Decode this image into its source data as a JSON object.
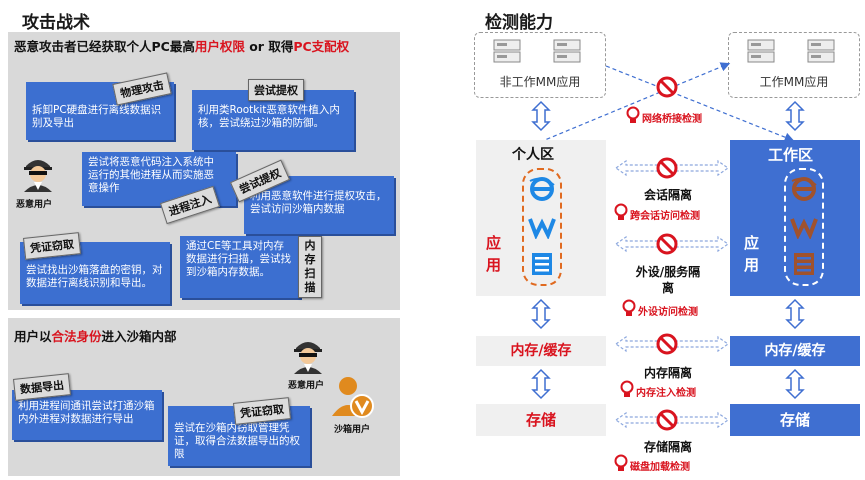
{
  "attack": {
    "title": "攻击战术",
    "panel1_title_parts": [
      "恶意攻击者已经获取个人PC最高",
      "用户权限",
      " or 取得",
      "PC支配权"
    ],
    "cards": [
      {
        "tag": "物理攻击",
        "text": "拆卸PC硬盘进行离线数据识别及导出"
      },
      {
        "tag": "尝试提权",
        "text": "利用类Rootkit恶意软件植入内核，尝试绕过沙箱的防御。"
      },
      {
        "tag": "进程注入",
        "text": "尝试将恶意代码注入系统中运行的其他进程从而实施恶意操作"
      },
      {
        "tag": "尝试提权",
        "text": "利用恶意软件进行提权攻击，尝试访问沙箱内数据"
      },
      {
        "tag": "凭证窃取",
        "text": "尝试找出沙箱落盘的密钥，对数据进行离线识别和导出。"
      },
      {
        "tag": "内存扫描",
        "text": "通过CE等工具对内存数据进行扫描，尝试找到沙箱内存数据。"
      }
    ],
    "user_label1": "恶意用户",
    "panel2_title_parts": [
      "用户以",
      "合法身份",
      "进入沙箱内部"
    ],
    "cards2": [
      {
        "tag": "数据导出",
        "text": "利用进程间通讯尝试打通沙箱内外进程对数据进行导出"
      },
      {
        "tag": "凭证窃取",
        "text": "尝试在沙箱内窃取管理凭证，取得合法数据导出的权限"
      }
    ],
    "user_label2": "恶意用户",
    "user_label3": "沙箱用户"
  },
  "detect": {
    "title": "检测能力",
    "left_server": "非工作MM应用",
    "right_server": "工作MM应用",
    "bridge_detect": "网络桥接检测",
    "personal_zone": "个人区",
    "work_zone": "工作区",
    "app_label_chars": [
      "应",
      "用"
    ],
    "mem": "内存/缓存",
    "storage": "存储",
    "isolations": [
      {
        "text": "会话隔离",
        "detect": "跨会话访问检测"
      },
      {
        "text": "外设/服务隔离",
        "detect": "外设访问检测"
      },
      {
        "text": "内存隔离",
        "detect": "内存注入检测"
      },
      {
        "text": "存储隔离",
        "detect": "磁盘加载检测"
      }
    ]
  },
  "colors": {
    "accent_blue": "#3c6fd0",
    "alert_red": "#d9141f",
    "panel_gray": "#d9d9d9"
  }
}
